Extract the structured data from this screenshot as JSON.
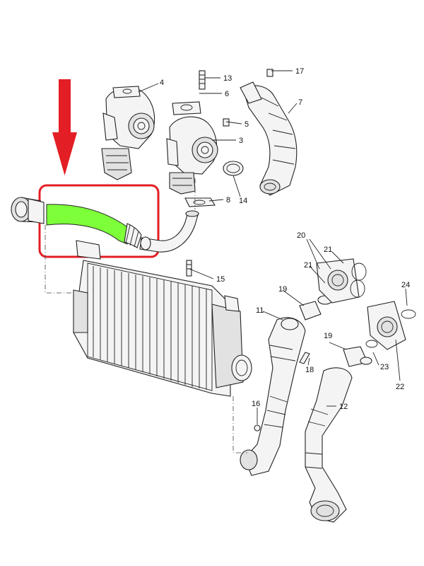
{
  "callouts": [
    {
      "id": "c13",
      "text": "13"
    },
    {
      "id": "c17",
      "text": "17"
    },
    {
      "id": "c4",
      "text": "4"
    },
    {
      "id": "c6",
      "text": "6"
    },
    {
      "id": "c7",
      "text": "7"
    },
    {
      "id": "c5",
      "text": "5"
    },
    {
      "id": "c3",
      "text": "3"
    },
    {
      "id": "c8",
      "text": "8"
    },
    {
      "id": "c14",
      "text": "14"
    },
    {
      "id": "c15",
      "text": "15"
    },
    {
      "id": "c20",
      "text": "20"
    },
    {
      "id": "c21a",
      "text": "21"
    },
    {
      "id": "c21b",
      "text": "21"
    },
    {
      "id": "c19a",
      "text": "19"
    },
    {
      "id": "c11",
      "text": "11"
    },
    {
      "id": "c24",
      "text": "24"
    },
    {
      "id": "c19b",
      "text": "19"
    },
    {
      "id": "c18",
      "text": "18"
    },
    {
      "id": "c23",
      "text": "23"
    },
    {
      "id": "c22",
      "text": "22"
    },
    {
      "id": "c16",
      "text": "16"
    },
    {
      "id": "c12",
      "text": "12"
    }
  ],
  "colors": {
    "arrow": "#e31e24",
    "highlight_box": "#e31e24",
    "highlight_part": "#7dff3a"
  }
}
